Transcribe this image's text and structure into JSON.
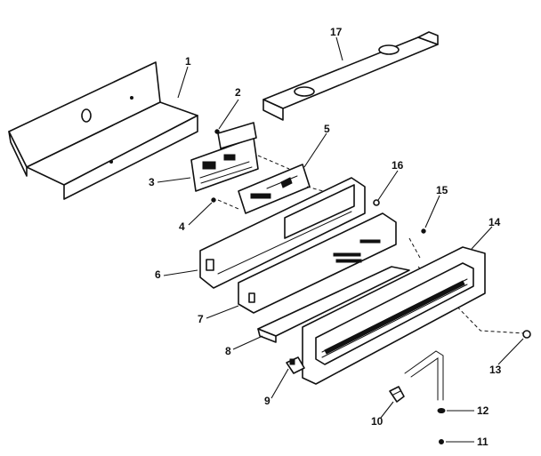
{
  "callouts": [
    {
      "id": "1",
      "text": "1"
    },
    {
      "id": "2",
      "text": "2"
    },
    {
      "id": "3",
      "text": "3"
    },
    {
      "id": "4",
      "text": "4"
    },
    {
      "id": "5",
      "text": "5"
    },
    {
      "id": "6",
      "text": "6"
    },
    {
      "id": "7",
      "text": "7"
    },
    {
      "id": "8",
      "text": "8"
    },
    {
      "id": "9",
      "text": "9"
    },
    {
      "id": "10",
      "text": "10"
    },
    {
      "id": "11",
      "text": "11"
    },
    {
      "id": "12",
      "text": "12"
    },
    {
      "id": "13",
      "text": "13"
    },
    {
      "id": "14",
      "text": "14"
    },
    {
      "id": "15",
      "text": "15"
    },
    {
      "id": "16",
      "text": "16"
    },
    {
      "id": "17",
      "text": "17"
    }
  ],
  "colors": {
    "ink": "#111111",
    "paper": "#ffffff"
  }
}
